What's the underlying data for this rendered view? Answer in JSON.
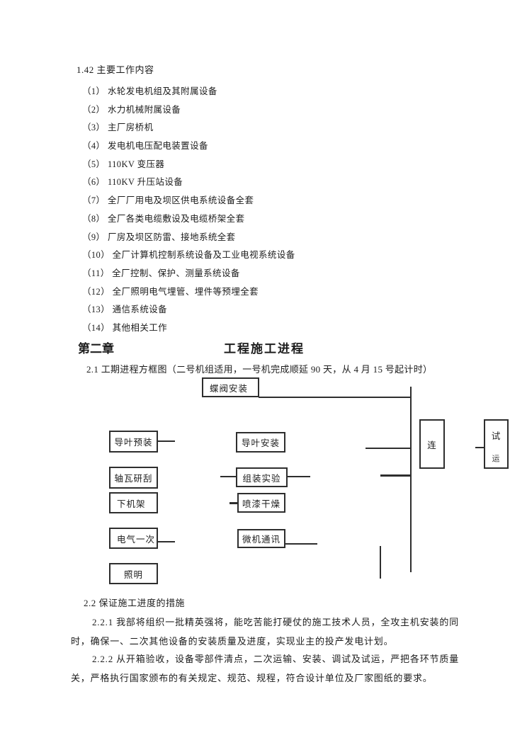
{
  "document": {
    "section1": {
      "title": "1.42 主要工作内容",
      "items": [
        "（1） 水轮发电机组及其附属设备",
        "（2） 水力机械附属设备",
        "（3） 主厂房桥机",
        "（4） 发电机电压配电装置设备",
        "（5） 110KV 变压器",
        "（6） 110KV 升压站设备",
        "（7） 全厂厂用电及坝区供电系统设备全套",
        "（8） 全厂各类电缆敷设及电缆桥架全套",
        "（9） 厂房及坝区防雷、接地系统全套",
        "（10） 全厂计算机控制系统设备及工业电视系统设备",
        "（11） 全厂控制、保护、测量系统设备",
        "（12） 全厂照明电气埋管、埋件等预埋全套",
        "（13） 通信系统设备",
        "（14） 其他相关工作"
      ]
    },
    "chapter2": {
      "number": "第二章",
      "title": "工程施工进程"
    },
    "section2_1_line": "2.1 工期进程方框图（二号机组适用，一号机完成顺延 90 天，从 4 月 15 号起计时）",
    "flowchart": {
      "die_valve": "蝶阀安装",
      "guide_pre": "导叶预装",
      "guide_install": "导叶安装",
      "bearing_scrape": "轴瓦研刮",
      "assembly_test": "组装实验",
      "lower_frame": "下机架",
      "paint_dry": "喷漆干燥",
      "electric_primary": "电气一次",
      "computer_comm": "微机通讯",
      "lighting": "照明",
      "connect": "连",
      "trial_top": "试",
      "trial_bottom": "运"
    },
    "section2_2": {
      "title": "2.2 保证施工进度的措施",
      "para1": "2.2.1 我部将组织一批精英强将，能吃苦能打硬仗的施工技术人员，全攻主机安装的同时，确保一、二次其他设备的安装质量及进度，实现业主的投产发电计划。",
      "para2": "2.2.2 从开箱验收，设备零部件清点，二次运输、安装、调试及试运，严把各环节质量关，严格执行国家颁布的有关规定、规范、规程，符合设计单位及厂家图纸的要求。"
    }
  }
}
